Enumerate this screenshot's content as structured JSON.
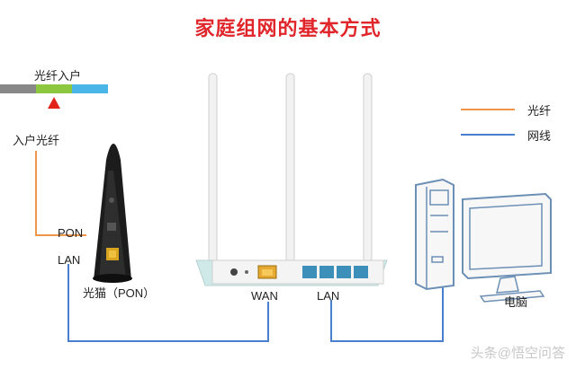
{
  "title": "家庭组网的基本方式",
  "fiber_entry": {
    "label": "光纤入户",
    "bar_colors": [
      "#888888",
      "#8dc63f",
      "#4ab6e8"
    ],
    "marker_color": "#e2231a"
  },
  "left_labels": {
    "fiber_in": "入户光纤",
    "pon": "PON",
    "lan": "LAN",
    "modem": "光猫（PON）"
  },
  "router_ports": {
    "wan": "WAN",
    "lan": "LAN"
  },
  "legend": {
    "items": [
      {
        "label": "光纤",
        "color": "#f0964a"
      },
      {
        "label": "网线",
        "color": "#4a7fd0"
      }
    ]
  },
  "computer": {
    "label": "电脑"
  },
  "watermark": "头条@悟空问答",
  "colors": {
    "fiber": "#f0964a",
    "cable": "#4a7fd0",
    "router_top": "#cfe9e9"
  }
}
